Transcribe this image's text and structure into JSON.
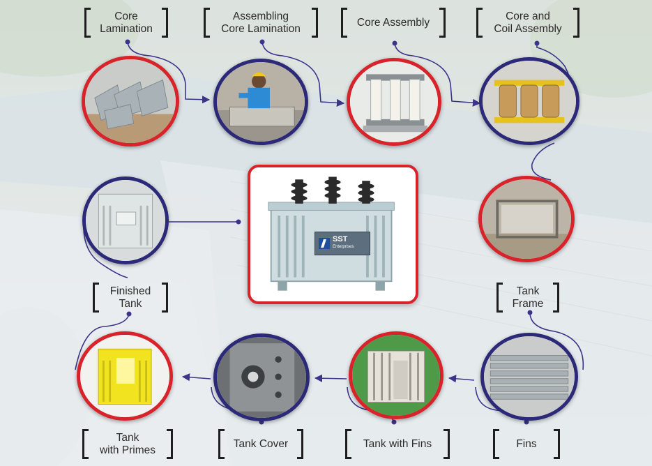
{
  "colors": {
    "red": "#d8232a",
    "navy": "#2c2a78",
    "connector": "#3b348a"
  },
  "center": {
    "brand_name": "SST",
    "brand_sub": "Enterprises",
    "logo_icon": "sst-logo-icon"
  },
  "stages": [
    {
      "id": "core-lamination",
      "lines": [
        "Core",
        "Lamination"
      ],
      "ring": "red",
      "photo": "steel-sheets"
    },
    {
      "id": "assembling-core-lamination",
      "lines": [
        "Assembling",
        "Core Lamination"
      ],
      "ring": "navy",
      "photo": "worker"
    },
    {
      "id": "core-assembly",
      "lines": [
        "Core Assembly"
      ],
      "ring": "red",
      "photo": "core-frame"
    },
    {
      "id": "core-and-coil-assembly",
      "lines": [
        "Core and",
        "Coil Assembly"
      ],
      "ring": "navy",
      "photo": "coils"
    },
    {
      "id": "tank-frame",
      "lines": [
        "Tank",
        "Frame"
      ],
      "ring": "red",
      "photo": "frame"
    },
    {
      "id": "fins",
      "lines": [
        "Fins"
      ],
      "ring": "navy",
      "photo": "fins"
    },
    {
      "id": "tank-with-fins",
      "lines": [
        "Tank with Fins"
      ],
      "ring": "red",
      "photo": "tank-fins"
    },
    {
      "id": "tank-cover",
      "lines": [
        "Tank Cover"
      ],
      "ring": "navy",
      "photo": "cover"
    },
    {
      "id": "tank-with-primes",
      "lines": [
        "Tank",
        "with Primes"
      ],
      "ring": "red",
      "photo": "yellow-tank"
    },
    {
      "id": "finished-tank",
      "lines": [
        "Finished",
        "Tank"
      ],
      "ring": "navy",
      "photo": "finished"
    }
  ]
}
